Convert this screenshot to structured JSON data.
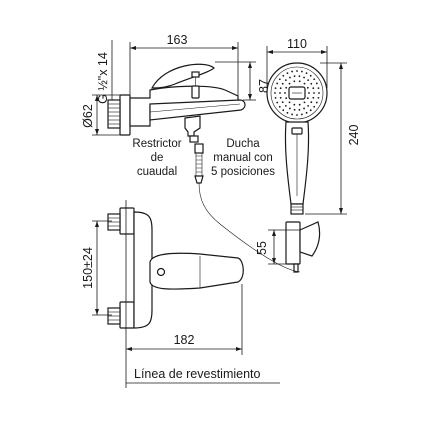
{
  "dimensions": {
    "top_width": "163",
    "spout_height": "87",
    "thread": "G ½\"x 14",
    "flange_dia": "Ø62",
    "shower_width": "110",
    "shower_length": "240",
    "holder_height": "55",
    "center_distance": "150±24",
    "bottom_width": "182"
  },
  "labels": {
    "restrictor": [
      "Restrictor",
      "de",
      "cuaudal"
    ],
    "shower": [
      "Ducha",
      "manual con",
      "5 posiciones"
    ],
    "wall_line": "Línea de revestimiento"
  }
}
